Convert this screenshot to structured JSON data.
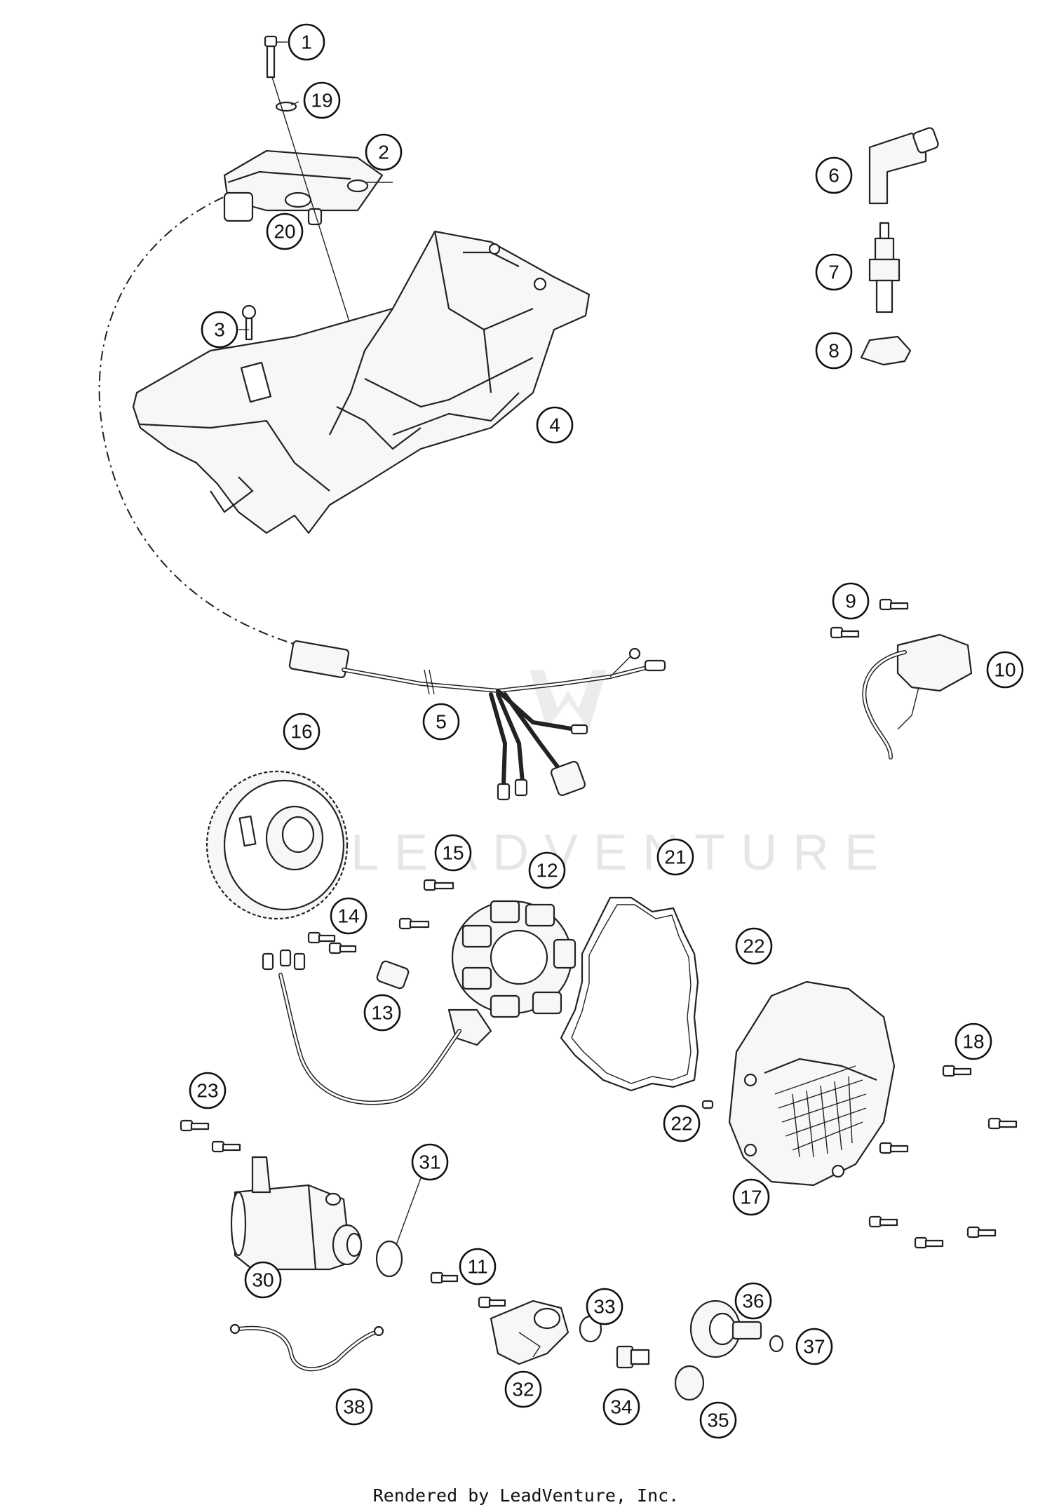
{
  "callouts": [
    "1",
    "19",
    "2",
    "20",
    "3",
    "4",
    "6",
    "7",
    "8",
    "9",
    "10",
    "5",
    "16",
    "15",
    "12",
    "21",
    "14",
    "22",
    "13",
    "18",
    "23",
    "22",
    "31",
    "17",
    "30",
    "11",
    "36",
    "33",
    "37",
    "32",
    "34",
    "35",
    "38"
  ],
  "watermark": {
    "text": "LEADVENTURE"
  },
  "footer": {
    "text": "Rendered by LeadVenture, Inc."
  }
}
